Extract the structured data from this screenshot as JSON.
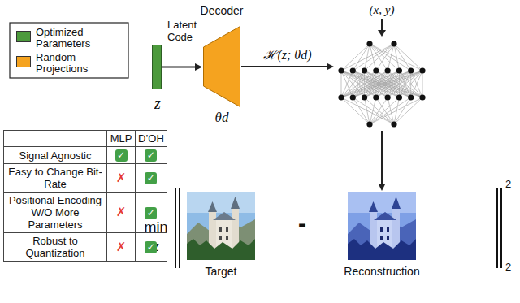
{
  "diagram": {
    "nodes": [
      {
        "text": [
          "Latent Code",
          "z"
        ]
      },
      {
        "text": [
          "Decoder",
          "θd"
        ]
      },
      {
        "text": [
          "(x, y)"
        ]
      },
      {
        "text": [
          "Target"
        ]
      },
      {
        "text": [
          "Reconstruction"
        ]
      }
    ],
    "edges": [
      {
        "from": 0,
        "to": 1,
        "arrow": "to"
      },
      {
        "from": 1,
        "to": 2,
        "arrow": "to",
        "label": "ℋ(z; θd)"
      },
      {
        "from": 2,
        "to": 4,
        "arrow": "to"
      }
    ],
    "labels": [
      "min",
      "z",
      "-",
      "2",
      "2",
      "MLP",
      "D’OH",
      "Signal Agnostic",
      "✓",
      "✓",
      "Easy to Change Bit-Rate",
      "✗",
      "✓",
      "Positional Encoding W/O More Parameters",
      "✗",
      "✓",
      "Robust to Quantization",
      "✗",
      "✓"
    ],
    "legend": [
      {
        "text": "Optimized Parameters",
        "color": "#4c9a3c"
      },
      {
        "text": "Random Projections",
        "color": "#f5a31f"
      }
    ]
  }
}
